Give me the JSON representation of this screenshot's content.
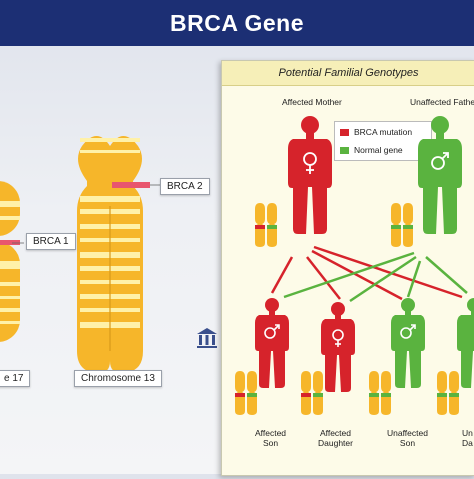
{
  "header": {
    "title": "BRCA Gene"
  },
  "left": {
    "brca1_label": "BRCA 1",
    "brca2_label": "BRCA 2",
    "chrom17_label": "e 17",
    "chrom13_label": "Chromosome 13"
  },
  "card": {
    "title": "Potential Familial Genotypes",
    "affected_mother": "Affected Mother",
    "unaffected_father": "Unaffected Father",
    "legend": {
      "mutation": "BRCA mutation",
      "normal": "Normal gene",
      "mutation_color": "#d6232b",
      "normal_color": "#5ab33f"
    },
    "children": [
      {
        "line1": "Affected",
        "line2": "Son"
      },
      {
        "line1": "Affected",
        "line2": "Daughter"
      },
      {
        "line1": "Unaffected",
        "line2": "Son"
      },
      {
        "line1": "Un",
        "line2": "Da"
      }
    ]
  },
  "colors": {
    "header": "#1c2f74",
    "chromosome": "#f6b62a",
    "chromosome_band": "#fff1a8",
    "brca_marker": "#e8566e"
  }
}
